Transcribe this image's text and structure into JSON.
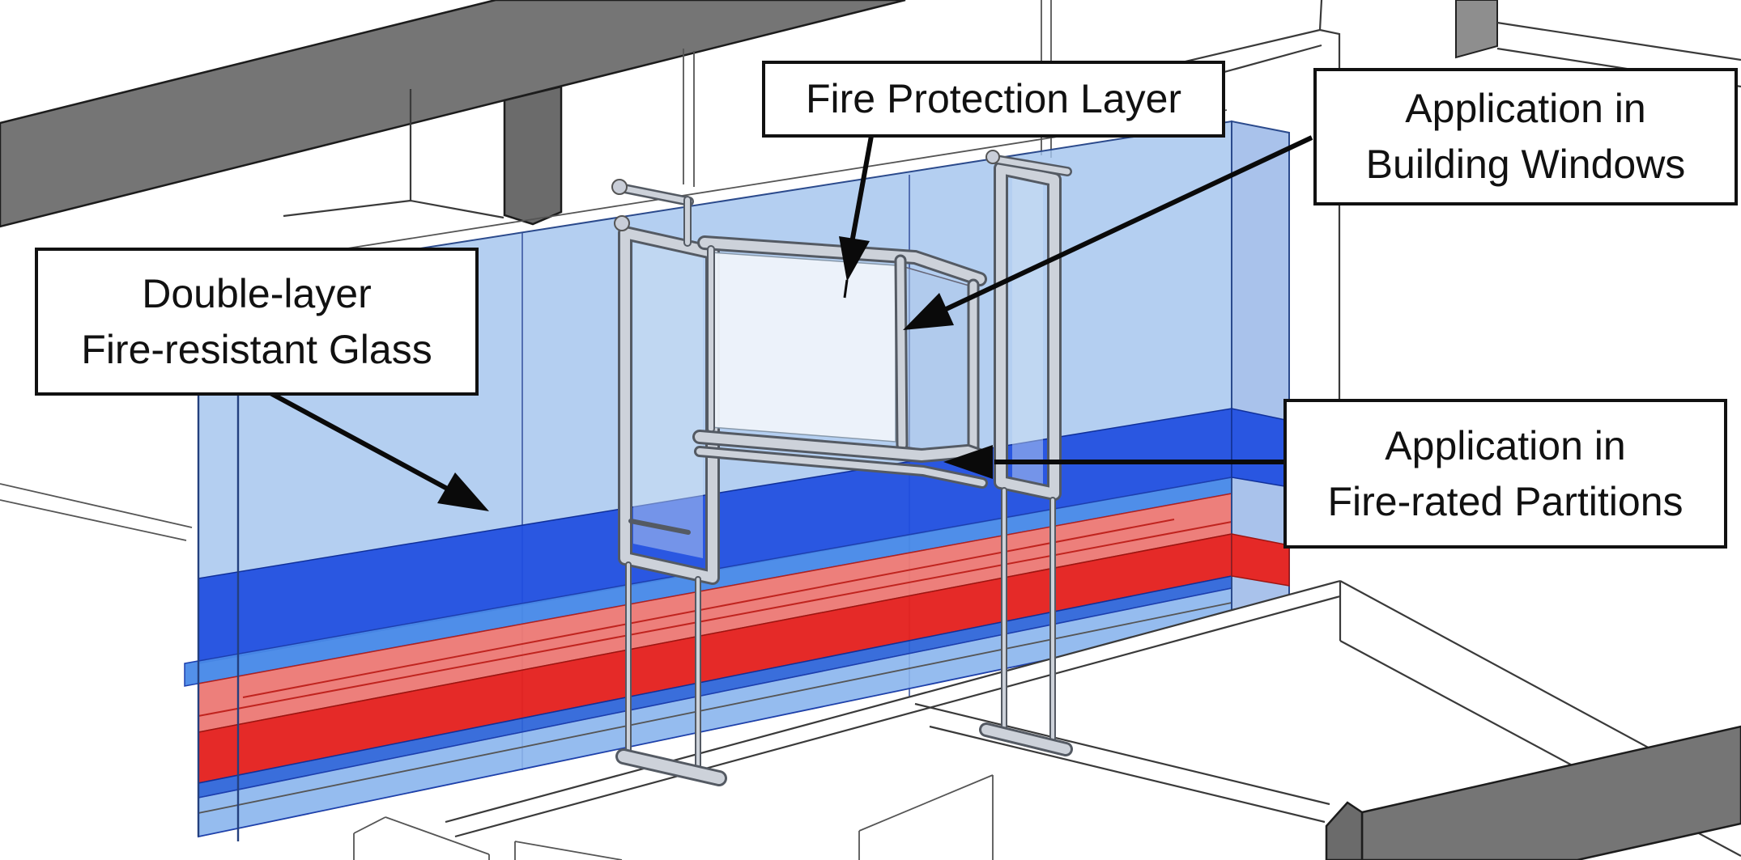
{
  "figure": {
    "type": "3d-architectural-diagram",
    "subject": "Double-layer fire-resistant glass wall system shown in a building cutaway"
  },
  "callouts": {
    "fire_protection_layer": {
      "text": "Fire Protection Layer",
      "points_to": "top rail of opened window / fire protection interlayer"
    },
    "application_building_windows": {
      "text": "Application in\nBuilding Windows",
      "points_to": "glass pane of the opened window"
    },
    "double_layer_fire_resistant_glass": {
      "text": "Double-layer\nFire-resistant Glass",
      "points_to": "large light-blue glass wall"
    },
    "application_fire_rated_partitions": {
      "text": "Application in\nFire-rated Partitions",
      "points_to": "window sill at fire-rated partition band"
    }
  },
  "colors": {
    "glass-light": "#a3c4ee",
    "glass-dark": "#1f4de0",
    "glass-ledge": "#4a8ae8",
    "fire-red": "#e8211c",
    "fire-red-top": "#f07a74",
    "glass-strip": "#2c63d8",
    "glass-bottom": "#8fb9ef",
    "beam-gray": "#757575",
    "column-gray": "#6b6b6b",
    "column-gray2": "#8e8e8e",
    "metal-light": "#cdd2da",
    "metal-dark": "#545a63",
    "line-ink": "#3a3a3a",
    "callout-border": "#111111",
    "callout-bg": "#ffffff"
  }
}
